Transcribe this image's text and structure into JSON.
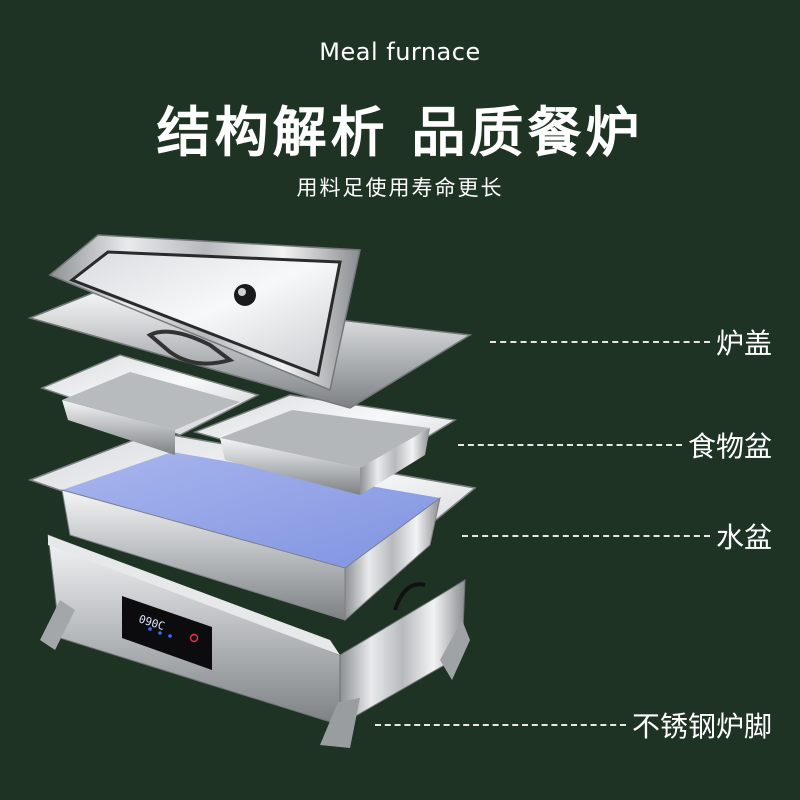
{
  "header": {
    "en_title": "Meal furnace",
    "main_title": "结构解析 品质餐炉",
    "sub_title": "用料足使用寿命更长"
  },
  "display": {
    "readout": "090C"
  },
  "callouts": [
    {
      "label": "炉盖"
    },
    {
      "label": "食物盆"
    },
    {
      "label": "水盆"
    },
    {
      "label": "不锈钢炉脚"
    }
  ],
  "colors": {
    "background": "#1f3325",
    "text": "#ffffff",
    "water": "#8fa2e6"
  }
}
